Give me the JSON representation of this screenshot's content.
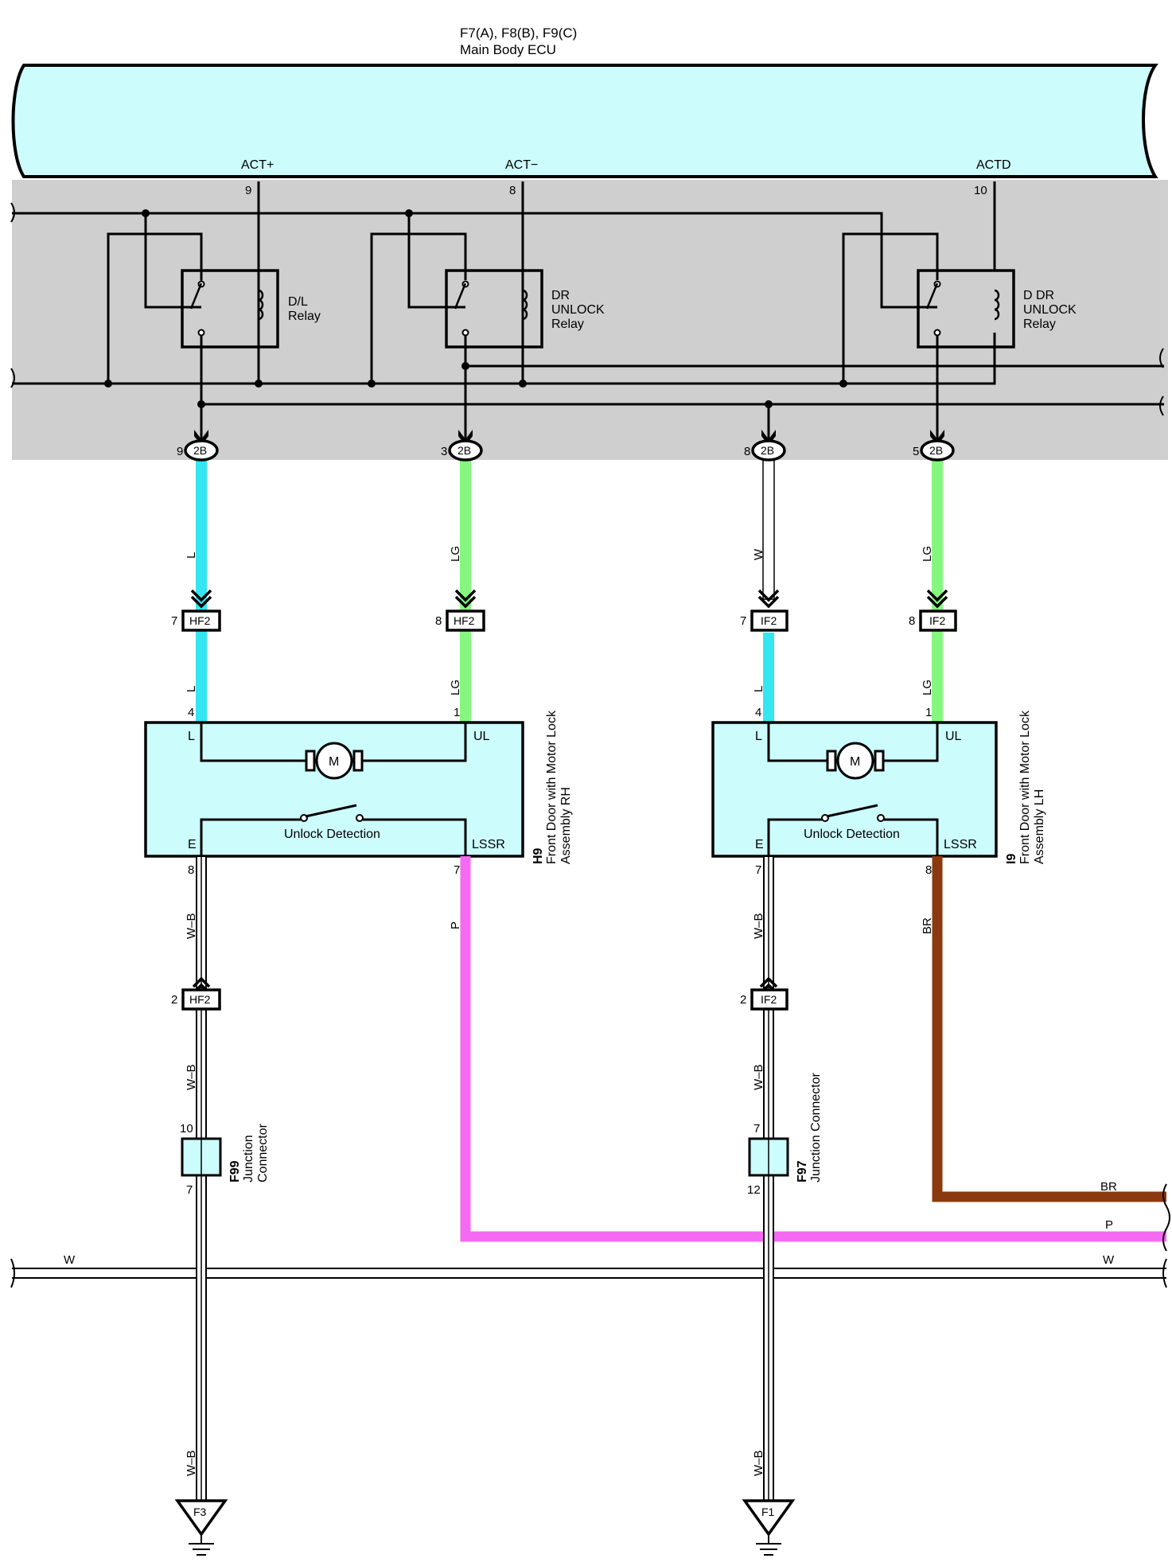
{
  "ecu": {
    "title": "F7(A), F8(B), F9(C)",
    "name": "Main Body ECU",
    "terminals": [
      {
        "name": "ACT+",
        "pin": "9"
      },
      {
        "name": "ACT−",
        "pin": "8"
      },
      {
        "name": "ACTD",
        "pin": "10"
      }
    ],
    "relays": [
      {
        "line1": "D/L",
        "line2": "Relay",
        "line3": ""
      },
      {
        "line1": "DR",
        "line2": "UNLOCK",
        "line3": "Relay"
      },
      {
        "line1": "D DR",
        "line2": "UNLOCK",
        "line3": "Relay"
      }
    ],
    "outputs": [
      {
        "pin": "9",
        "connector": "2B"
      },
      {
        "pin": "3",
        "connector": "2B"
      },
      {
        "pin": "8",
        "connector": "2B"
      },
      {
        "pin": "5",
        "connector": "2B"
      }
    ]
  },
  "wires": {
    "colors": {
      "L": "#33e6f2",
      "LG": "#85f77f",
      "P": "#f56af2",
      "BR": "#8b3a0f",
      "W": "#ffffff"
    },
    "upper_labels": [
      "L",
      "LG",
      "W",
      "LG"
    ],
    "lower_labels": [
      "L",
      "LG",
      "L",
      "LG"
    ],
    "ground_labels": [
      "W–B",
      "W–B",
      "W–B",
      "W–B"
    ],
    "pink_label": "P",
    "brown_label": "BR",
    "white_bus_left": "W",
    "white_bus_right": "W",
    "pink_right": "P",
    "brown_right": "BR"
  },
  "inline_connectors": [
    {
      "pin": "7",
      "name": "HF2"
    },
    {
      "pin": "8",
      "name": "HF2"
    },
    {
      "pin": "7",
      "name": "IF2"
    },
    {
      "pin": "8",
      "name": "IF2"
    }
  ],
  "ground_inline": [
    {
      "pin": "2",
      "name": "HF2"
    },
    {
      "pin": "2",
      "name": "IF2"
    }
  ],
  "doors": [
    {
      "id": "H9",
      "name1": "Front Door with Motor Lock",
      "name2": "Assembly RH",
      "motor": "M",
      "detect": "Unlock Detection",
      "term_l": "L",
      "term_ul": "UL",
      "term_e": "E",
      "term_lssr": "LSSR",
      "pin_l": "4",
      "pin_ul": "1",
      "pin_e": "8",
      "pin_lssr": "7"
    },
    {
      "id": "I9",
      "name1": "Front Door with Motor Lock",
      "name2": "Assembly LH",
      "motor": "M",
      "detect": "Unlock Detection",
      "term_l": "L",
      "term_ul": "UL",
      "term_e": "E",
      "term_lssr": "LSSR",
      "pin_l": "4",
      "pin_ul": "1",
      "pin_e": "7",
      "pin_lssr": "8"
    }
  ],
  "junctions": [
    {
      "id": "F99",
      "line1": "Junction",
      "line2": "Connector",
      "pin_top": "10",
      "pin_bot": "7"
    },
    {
      "id": "F97",
      "line1": "Junction Connector",
      "line2": "",
      "pin_top": "7",
      "pin_bot": "12"
    }
  ],
  "grounds": [
    "F3",
    "F1"
  ]
}
